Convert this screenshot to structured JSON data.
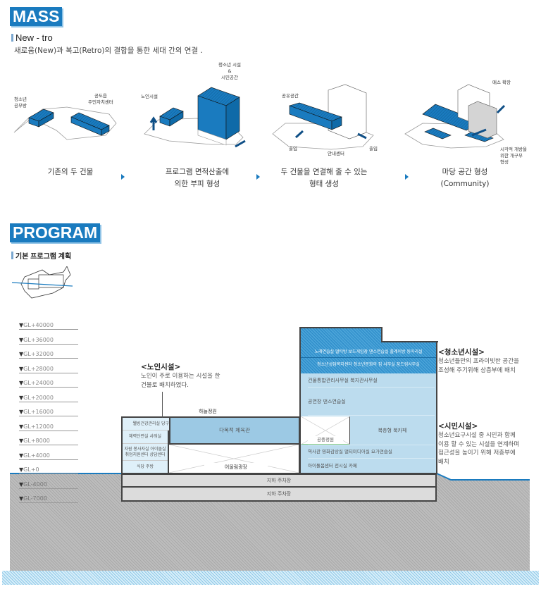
{
  "mass": {
    "title": "MASS",
    "subtitle": "New - tro",
    "description": "새로움(New)과 복고(Retro)의 결합을 통한 세대 간의 연결 .",
    "steps": [
      {
        "caption": [
          "기존의 두 건물"
        ],
        "labels": [
          "청소년\n공부방",
          "공도읍\n주민자치센터"
        ]
      },
      {
        "caption": [
          "프로그램 면적산출에",
          "의한 부피 형성"
        ],
        "labels": [
          "노인시설",
          "청소년 시설\n&\n시민공간"
        ]
      },
      {
        "caption": [
          "두 건물을 연결해 줄 수 있는",
          "형태 생성"
        ],
        "labels": [
          "공유공간",
          "출입",
          "안내센터",
          "출입"
        ]
      },
      {
        "caption": [
          "마당 공간 형성",
          "(Community)"
        ],
        "labels": [
          "매스 확장",
          "시각적 개방을\n위한 개구부\n형성"
        ]
      }
    ]
  },
  "program": {
    "title": "PROGRAM",
    "subtitle": "기본 프로그램 계획",
    "levels": [
      "GL+40000",
      "GL+36000",
      "GL+32000",
      "GL+28000",
      "GL+24000",
      "GL+20000",
      "GL+16000",
      "GL+12000",
      "GL+8000",
      "GL+4000",
      "GL+0",
      "GL-4000",
      "GL-7000"
    ],
    "rooms": {
      "sky_garden": "하늘정원",
      "wellbeing": "웰빙건강관리실 당구장",
      "fitness": "체력단련실 샤워실",
      "volunteer": "자원 봉사자실 아이돌실\n취업지원센터 상담센터",
      "cafeteria": "식당 주방",
      "gym": "다목적 체육관",
      "plaza": "어울림광장",
      "youth_1": "노래연습실 멀티방 보드게임장 댄스연습실 플레이방 동아리실",
      "youth_2": "청소년상담복지센터 청소년문화의 집 사무실 꿈드림사무실",
      "admin": "건물통합관리사무실 복지관사무실",
      "hall": "공연장 댄스연습실",
      "public_garden": "공중정원",
      "book_cafe": "복층형 북카페",
      "history": "역사관 영화감상실 멀티미디어실 요가연습실",
      "childcare": "아이돌봄센터 전시실 카페",
      "parking_1": "지하 주차장",
      "parking_2": "지하 주차장"
    },
    "notes": {
      "senior": {
        "title": "<노인시설>",
        "lines": [
          "노인이 주로 이용하는 시설을 한",
          "건물로 배치하였다."
        ]
      },
      "youth": {
        "title": "<청소년시설>",
        "lines": [
          "청소년들만의 프라이빗한 공간을",
          "조성해 주기위해 상층부에 배치"
        ]
      },
      "citizen": {
        "title": "<시민시설>",
        "lines": [
          "청소년요구시설 중 시민과 함께",
          "이용 할 수 있는 시설을 연계하며",
          "접근성을 높이기 위해 저층부에",
          "배치"
        ]
      }
    }
  },
  "colors": {
    "accent": "#1a7bbf",
    "light_blue": "#bcdcee",
    "mid_blue": "#9cc9e4",
    "ground": "#b5b5b5"
  }
}
